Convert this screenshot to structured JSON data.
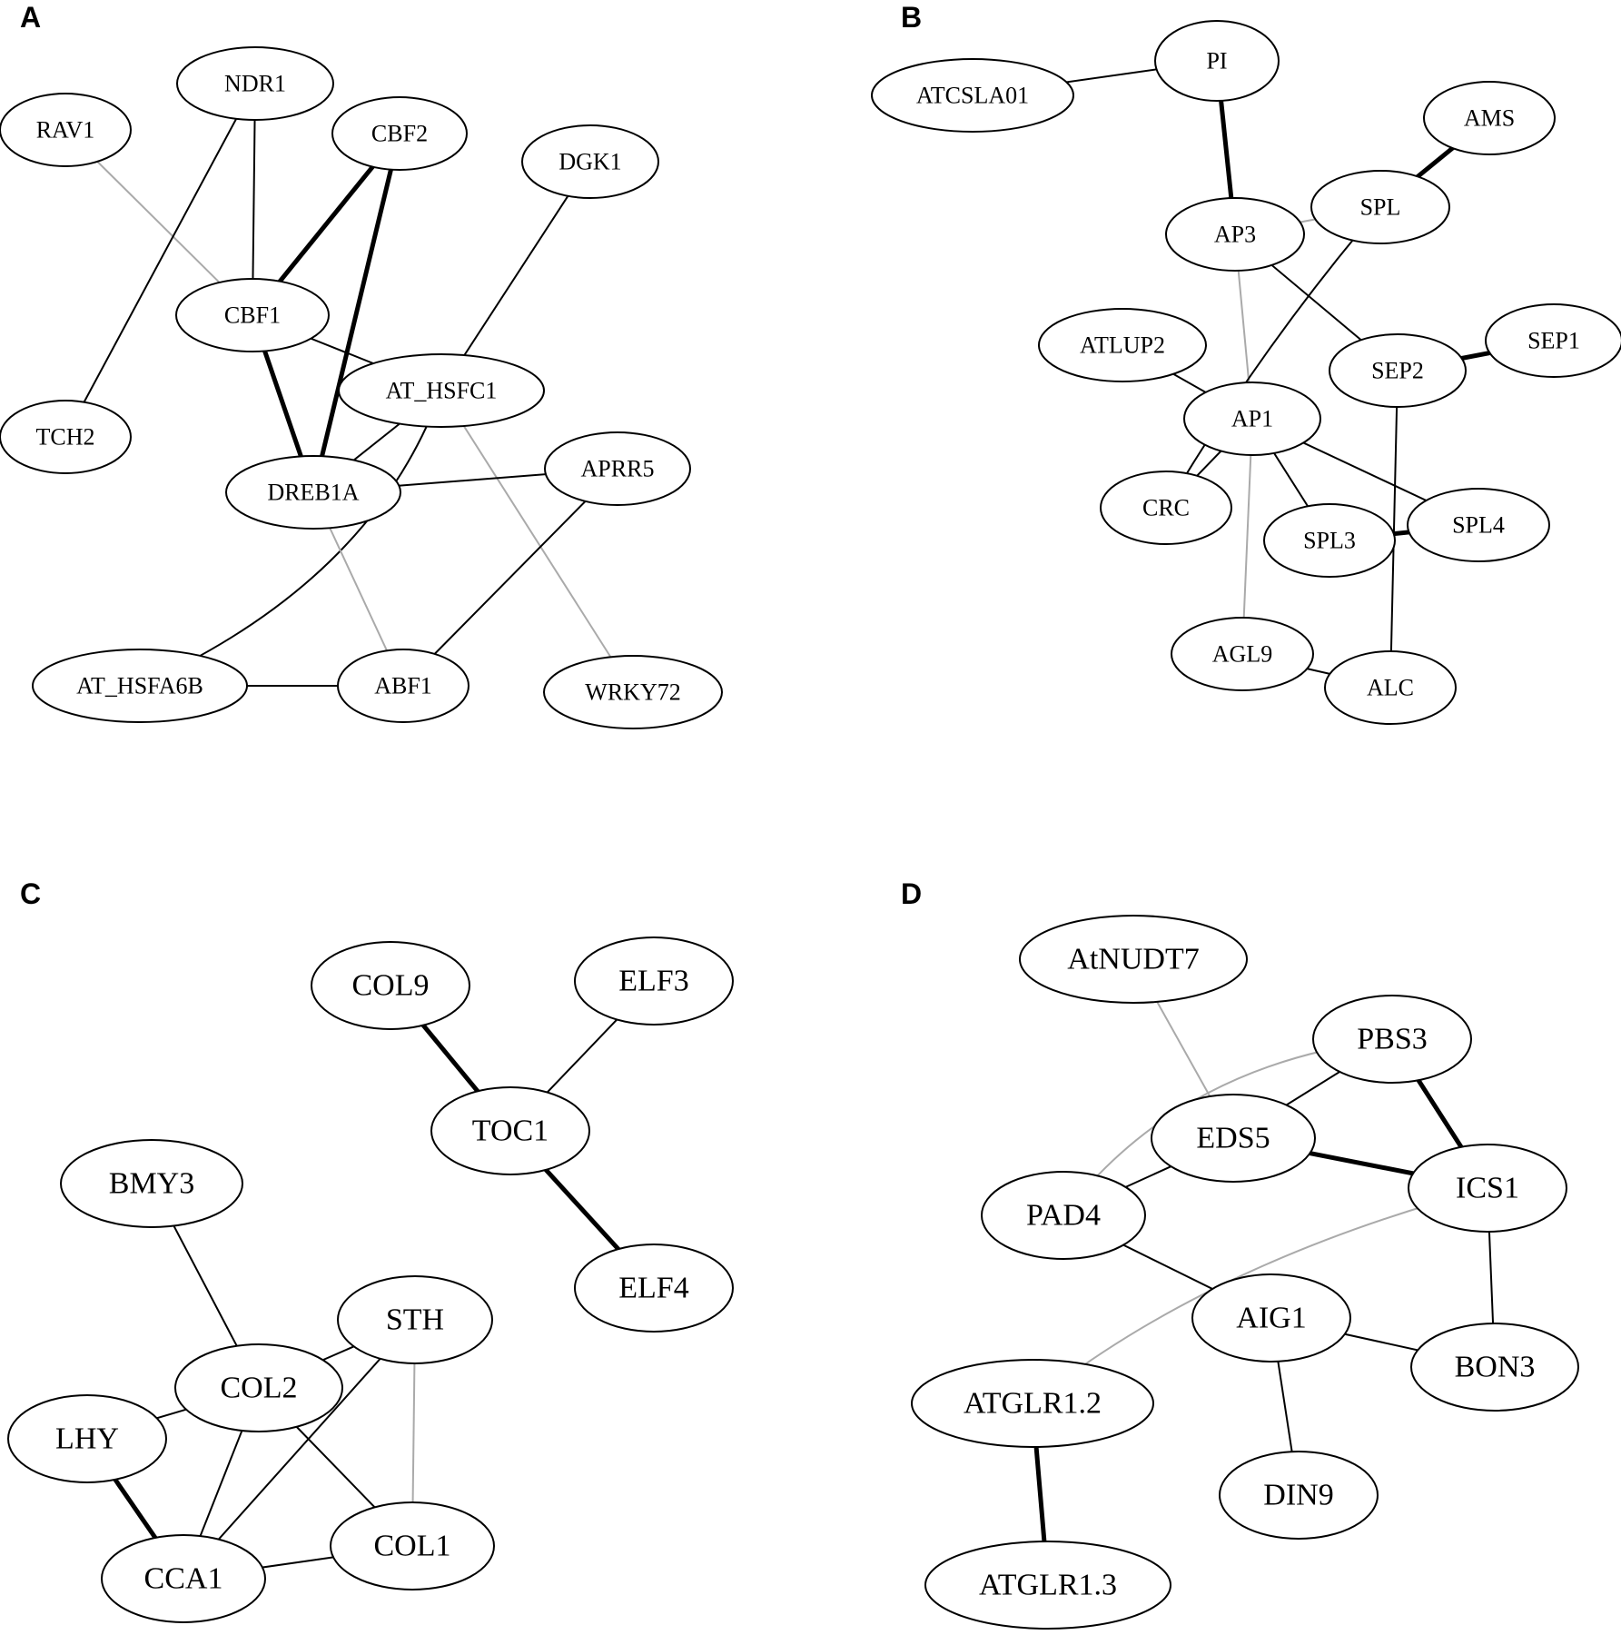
{
  "panels": [
    {
      "id": "A",
      "label": "A",
      "nodes": [
        {
          "id": "NDR1",
          "label": "NDR1"
        },
        {
          "id": "RAV1",
          "label": "RAV1"
        },
        {
          "id": "CBF2",
          "label": "CBF2"
        },
        {
          "id": "DGK1",
          "label": "DGK1"
        },
        {
          "id": "CBF1",
          "label": "CBF1"
        },
        {
          "id": "AT_HSFC1",
          "label": "AT_HSFC1"
        },
        {
          "id": "TCH2",
          "label": "TCH2"
        },
        {
          "id": "DREB1A",
          "label": "DREB1A"
        },
        {
          "id": "APRR5",
          "label": "APRR5"
        },
        {
          "id": "AT_HSFA6B",
          "label": "AT_HSFA6B"
        },
        {
          "id": "ABF1",
          "label": "ABF1"
        },
        {
          "id": "WRKY72",
          "label": "WRKY72"
        }
      ],
      "edges": [
        {
          "source": "RAV1",
          "target": "CBF1",
          "style": "weak"
        },
        {
          "source": "NDR1",
          "target": "CBF1",
          "style": "normal"
        },
        {
          "source": "NDR1",
          "target": "TCH2",
          "style": "normal"
        },
        {
          "source": "CBF2",
          "target": "CBF1",
          "style": "strong"
        },
        {
          "source": "CBF2",
          "target": "DREB1A",
          "style": "strong"
        },
        {
          "source": "CBF1",
          "target": "DREB1A",
          "style": "strong"
        },
        {
          "source": "CBF1",
          "target": "AT_HSFC1",
          "style": "normal"
        },
        {
          "source": "DGK1",
          "target": "AT_HSFC1",
          "style": "normal"
        },
        {
          "source": "AT_HSFC1",
          "target": "DREB1A",
          "style": "normal"
        },
        {
          "source": "AT_HSFC1",
          "target": "AT_HSFA6B",
          "style": "normal"
        },
        {
          "source": "AT_HSFC1",
          "target": "WRKY72",
          "style": "weak"
        },
        {
          "source": "DREB1A",
          "target": "APRR5",
          "style": "normal"
        },
        {
          "source": "DREB1A",
          "target": "ABF1",
          "style": "weak"
        },
        {
          "source": "APRR5",
          "target": "ABF1",
          "style": "normal"
        },
        {
          "source": "AT_HSFA6B",
          "target": "ABF1",
          "style": "normal"
        }
      ]
    },
    {
      "id": "B",
      "label": "B",
      "nodes": [
        {
          "id": "PI",
          "label": "PI"
        },
        {
          "id": "ATCSLA01",
          "label": "ATCSLA01"
        },
        {
          "id": "AMS",
          "label": "AMS"
        },
        {
          "id": "SPL",
          "label": "SPL"
        },
        {
          "id": "AP3",
          "label": "AP3"
        },
        {
          "id": "ATLUP2",
          "label": "ATLUP2"
        },
        {
          "id": "SEP2",
          "label": "SEP2"
        },
        {
          "id": "SEP1",
          "label": "SEP1"
        },
        {
          "id": "AP1",
          "label": "AP1"
        },
        {
          "id": "CRC",
          "label": "CRC"
        },
        {
          "id": "SPL3",
          "label": "SPL3"
        },
        {
          "id": "SPL4",
          "label": "SPL4"
        },
        {
          "id": "AGL9",
          "label": "AGL9"
        },
        {
          "id": "ALC",
          "label": "ALC"
        }
      ],
      "edges": [
        {
          "source": "ATCSLA01",
          "target": "PI",
          "style": "normal"
        },
        {
          "source": "PI",
          "target": "AP3",
          "style": "strong"
        },
        {
          "source": "AMS",
          "target": "SPL",
          "style": "strong"
        },
        {
          "source": "AP3",
          "target": "SPL",
          "style": "weak"
        },
        {
          "source": "AP3",
          "target": "SEP2",
          "style": "normal"
        },
        {
          "source": "AP3",
          "target": "AP1",
          "style": "weak"
        },
        {
          "source": "SPL",
          "target": "CRC",
          "style": "normal"
        },
        {
          "source": "SEP2",
          "target": "SEP1",
          "style": "strong"
        },
        {
          "source": "SEP2",
          "target": "ALC",
          "style": "normal"
        },
        {
          "source": "ATLUP2",
          "target": "AP1",
          "style": "normal"
        },
        {
          "source": "AP1",
          "target": "CRC",
          "style": "normal"
        },
        {
          "source": "AP1",
          "target": "SPL3",
          "style": "normal"
        },
        {
          "source": "AP1",
          "target": "SPL4",
          "style": "normal"
        },
        {
          "source": "AP1",
          "target": "AGL9",
          "style": "weak"
        },
        {
          "source": "SPL3",
          "target": "SPL4",
          "style": "strong"
        },
        {
          "source": "AGL9",
          "target": "ALC",
          "style": "normal"
        }
      ]
    },
    {
      "id": "C",
      "label": "C",
      "nodes": [
        {
          "id": "COL9",
          "label": "COL9"
        },
        {
          "id": "ELF3",
          "label": "ELF3"
        },
        {
          "id": "TOC1",
          "label": "TOC1"
        },
        {
          "id": "BMY3",
          "label": "BMY3"
        },
        {
          "id": "ELF4",
          "label": "ELF4"
        },
        {
          "id": "STH",
          "label": "STH"
        },
        {
          "id": "COL2",
          "label": "COL2"
        },
        {
          "id": "LHY",
          "label": "LHY"
        },
        {
          "id": "COL1",
          "label": "COL1"
        },
        {
          "id": "CCA1",
          "label": "CCA1"
        }
      ],
      "edges": [
        {
          "source": "COL9",
          "target": "TOC1",
          "style": "strong"
        },
        {
          "source": "ELF3",
          "target": "TOC1",
          "style": "normal"
        },
        {
          "source": "TOC1",
          "target": "ELF4",
          "style": "strong"
        },
        {
          "source": "BMY3",
          "target": "COL2",
          "style": "normal"
        },
        {
          "source": "STH",
          "target": "COL2",
          "style": "normal"
        },
        {
          "source": "STH",
          "target": "CCA1",
          "style": "normal"
        },
        {
          "source": "STH",
          "target": "COL1",
          "style": "weak"
        },
        {
          "source": "COL2",
          "target": "LHY",
          "style": "normal"
        },
        {
          "source": "COL2",
          "target": "CCA1",
          "style": "normal"
        },
        {
          "source": "COL2",
          "target": "COL1",
          "style": "normal"
        },
        {
          "source": "LHY",
          "target": "CCA1",
          "style": "strong"
        },
        {
          "source": "CCA1",
          "target": "COL1",
          "style": "normal"
        }
      ]
    },
    {
      "id": "D",
      "label": "D",
      "nodes": [
        {
          "id": "AtNUDT7",
          "label": "AtNUDT7"
        },
        {
          "id": "PBS3",
          "label": "PBS3"
        },
        {
          "id": "EDS5",
          "label": "EDS5"
        },
        {
          "id": "ICS1",
          "label": "ICS1"
        },
        {
          "id": "PAD4",
          "label": "PAD4"
        },
        {
          "id": "AIG1",
          "label": "AIG1"
        },
        {
          "id": "BON3",
          "label": "BON3"
        },
        {
          "id": "ATGLR1.2",
          "label": "ATGLR1.2"
        },
        {
          "id": "DIN9",
          "label": "DIN9"
        },
        {
          "id": "ATGLR1.3",
          "label": "ATGLR1.3"
        }
      ],
      "edges": [
        {
          "source": "AtNUDT7",
          "target": "EDS5",
          "style": "weak"
        },
        {
          "source": "PBS3",
          "target": "PAD4",
          "style": "weak"
        },
        {
          "source": "PBS3",
          "target": "EDS5",
          "style": "normal"
        },
        {
          "source": "PBS3",
          "target": "ICS1",
          "style": "strong"
        },
        {
          "source": "EDS5",
          "target": "ICS1",
          "style": "strong"
        },
        {
          "source": "EDS5",
          "target": "PAD4",
          "style": "normal"
        },
        {
          "source": "ICS1",
          "target": "ATGLR1.2",
          "style": "weak"
        },
        {
          "source": "ICS1",
          "target": "BON3",
          "style": "normal"
        },
        {
          "source": "PAD4",
          "target": "AIG1",
          "style": "normal"
        },
        {
          "source": "AIG1",
          "target": "BON3",
          "style": "normal"
        },
        {
          "source": "AIG1",
          "target": "DIN9",
          "style": "normal"
        },
        {
          "source": "ATGLR1.2",
          "target": "ATGLR1.3",
          "style": "strong"
        }
      ]
    }
  ]
}
